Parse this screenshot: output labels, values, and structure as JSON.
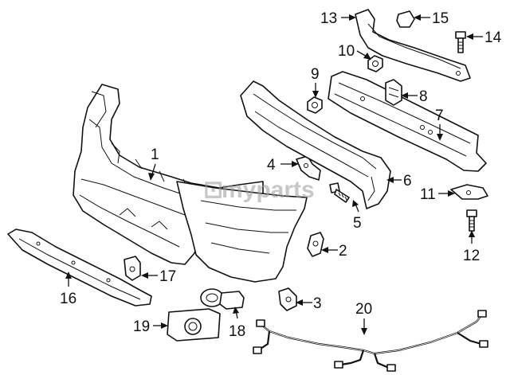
{
  "watermark": {
    "brand": "myparts",
    "mark": "⊡"
  },
  "callouts": {
    "c1": "1",
    "c2": "2",
    "c3": "3",
    "c4": "4",
    "c5": "5",
    "c6": "6",
    "c7": "7",
    "c8": "8",
    "c9": "9",
    "c10": "10",
    "c11": "11",
    "c12": "12",
    "c13": "13",
    "c14": "14",
    "c15": "15",
    "c16": "16",
    "c17": "17",
    "c18": "18",
    "c19": "19",
    "c20": "20"
  }
}
